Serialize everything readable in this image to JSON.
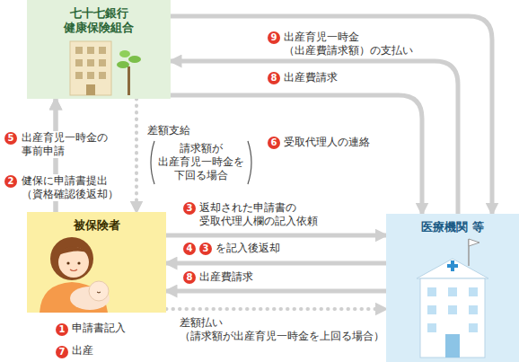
{
  "diagram": {
    "nodes": [
      {
        "text": [
          "七十七銀行 健康保険組合"
        ]
      },
      {
        "text": [
          "被保険者"
        ]
      },
      {
        "text": [
          "医療機関 等"
        ]
      }
    ],
    "edges": [
      {
        "from": 0,
        "to": 2,
        "arrow": "to",
        "label": "出産育児一時金 （出産費請求額）の支払い"
      },
      {
        "from": 2,
        "to": 0,
        "arrow": "to",
        "label": "出産費請求"
      },
      {
        "from": 0,
        "to": 2,
        "arrow": "to",
        "label": "受取代理人の連絡"
      },
      {
        "from": 1,
        "to": 0,
        "arrow": "to",
        "label": "出産育児一時金の 事前申請"
      },
      {
        "from": 1,
        "to": 0,
        "arrow": "to",
        "label": "健保に申請書提出 （資格確認後返却）"
      },
      {
        "from": 0,
        "to": 1,
        "arrow": "to",
        "label": "差額支給"
      },
      {
        "from": 1,
        "to": 2,
        "arrow": "to",
        "label": "返却された申請書の 受取代理人欄の記入依頼"
      },
      {
        "from": 2,
        "to": 1,
        "arrow": "to",
        "label": "を記入後返却"
      },
      {
        "from": 2,
        "to": 1,
        "arrow": "to",
        "label": "出産費請求"
      },
      {
        "from": 1,
        "to": 2,
        "arrow": "to",
        "label": "差額払い （請求額が出産育児一時金を上回る場合）"
      }
    ],
    "labels": [
      "9",
      "8",
      "6",
      "5",
      "2",
      "請求額が 出産育児一時金を 下回る場合",
      "3",
      "4",
      "3",
      "8",
      "1",
      "申請書記入",
      "7",
      "出産"
    ]
  }
}
